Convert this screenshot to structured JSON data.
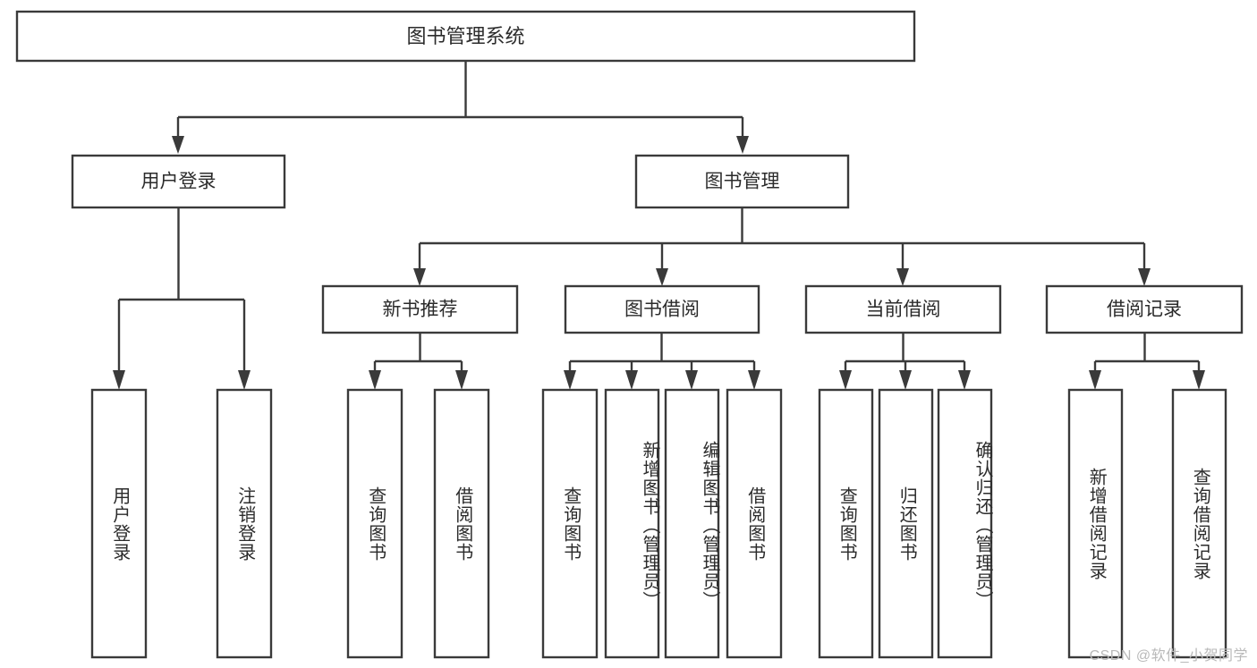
{
  "diagram": {
    "type": "tree",
    "title": "图书管理系统",
    "watermark": "CSDN @软件_小贺同学",
    "colors": {
      "stroke": "#3a3a3a",
      "box_fill": "#ffffff",
      "text": "#2b2b2b",
      "background": "#ffffff",
      "watermark": "#b9b9b9"
    },
    "root": {
      "label": "图书管理系统"
    },
    "level2": [
      {
        "label": "用户登录"
      },
      {
        "label": "图书管理"
      }
    ],
    "level3": [
      {
        "label": "新书推荐"
      },
      {
        "label": "图书借阅"
      },
      {
        "label": "当前借阅"
      },
      {
        "label": "借阅记录"
      }
    ],
    "leaves": {
      "user_login": [
        {
          "label": "用户登录"
        },
        {
          "label": "注销登录"
        }
      ],
      "new_book_recommend": [
        {
          "label": "查询图书"
        },
        {
          "label": "借阅图书"
        }
      ],
      "book_borrow": [
        {
          "label": "查询图书"
        },
        {
          "label": "新增图书（管理员）"
        },
        {
          "label": "编辑图书（管理员）"
        },
        {
          "label": "借阅图书"
        }
      ],
      "current_borrow": [
        {
          "label": "查询图书"
        },
        {
          "label": "归还图书"
        },
        {
          "label": "确认归还（管理员）"
        }
      ],
      "borrow_record": [
        {
          "label": "新增借阅记录"
        },
        {
          "label": "查询借阅记录"
        }
      ]
    }
  }
}
